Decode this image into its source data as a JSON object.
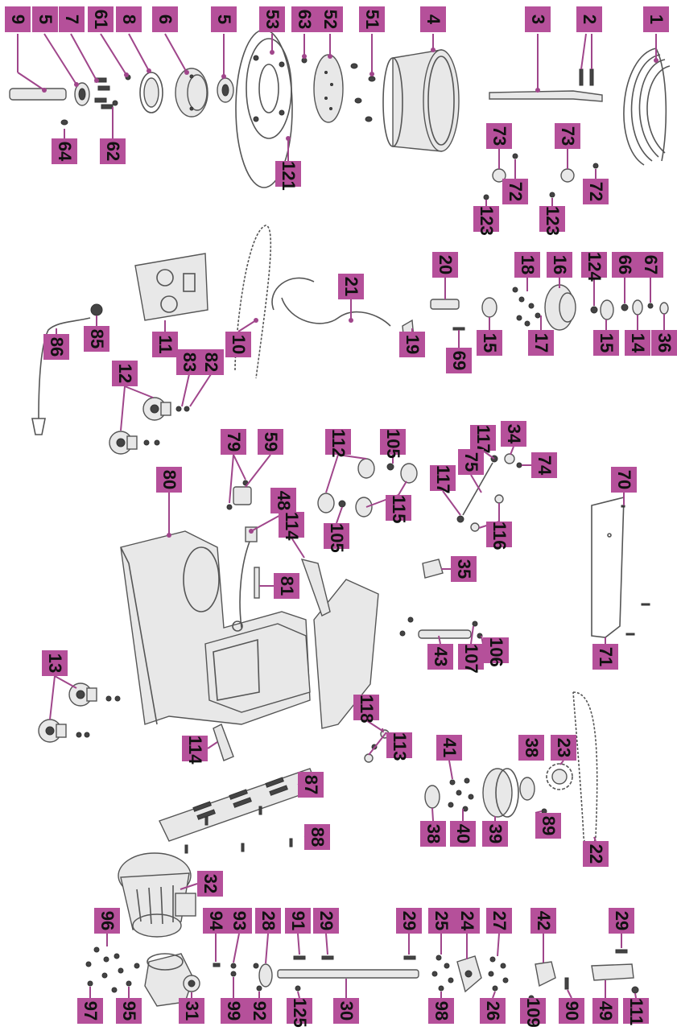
{
  "labels": [
    {
      "id": "l9a",
      "text": "9"
    },
    {
      "id": "l5a",
      "text": "5"
    },
    {
      "id": "l7",
      "text": "7"
    },
    {
      "id": "l61",
      "text": "61"
    },
    {
      "id": "l8",
      "text": "8"
    },
    {
      "id": "l6",
      "text": "6"
    },
    {
      "id": "l5b",
      "text": "5"
    },
    {
      "id": "l53",
      "text": "53"
    },
    {
      "id": "l63",
      "text": "63"
    },
    {
      "id": "l52",
      "text": "52"
    },
    {
      "id": "l51",
      "text": "51"
    },
    {
      "id": "l4",
      "text": "4"
    },
    {
      "id": "l3",
      "text": "3"
    },
    {
      "id": "l2",
      "text": "2"
    },
    {
      "id": "l1",
      "text": "1"
    },
    {
      "id": "l64",
      "text": "64"
    },
    {
      "id": "l62",
      "text": "62"
    },
    {
      "id": "l121",
      "text": "121"
    },
    {
      "id": "l73a",
      "text": "73"
    },
    {
      "id": "l72a",
      "text": "72"
    },
    {
      "id": "l123a",
      "text": "123"
    },
    {
      "id": "l73b",
      "text": "73"
    },
    {
      "id": "l72b",
      "text": "72"
    },
    {
      "id": "l123b",
      "text": "123"
    },
    {
      "id": "l11",
      "text": "11"
    },
    {
      "id": "l10",
      "text": "10"
    },
    {
      "id": "l21",
      "text": "21"
    },
    {
      "id": "l20",
      "text": "20"
    },
    {
      "id": "l18",
      "text": "18"
    },
    {
      "id": "l16",
      "text": "16"
    },
    {
      "id": "l124",
      "text": "124"
    },
    {
      "id": "l66",
      "text": "66"
    },
    {
      "id": "l67",
      "text": "67"
    },
    {
      "id": "l85",
      "text": "85"
    },
    {
      "id": "l86",
      "text": "86"
    },
    {
      "id": "l83",
      "text": "83"
    },
    {
      "id": "l82",
      "text": "82"
    },
    {
      "id": "l19",
      "text": "19"
    },
    {
      "id": "l15a",
      "text": "15"
    },
    {
      "id": "l17",
      "text": "17"
    },
    {
      "id": "l15b",
      "text": "15"
    },
    {
      "id": "l14",
      "text": "14"
    },
    {
      "id": "l36",
      "text": "36"
    },
    {
      "id": "l69",
      "text": "69"
    },
    {
      "id": "l12",
      "text": "12"
    },
    {
      "id": "l105a",
      "text": "105"
    },
    {
      "id": "l112",
      "text": "112"
    },
    {
      "id": "l117a",
      "text": "117"
    },
    {
      "id": "l34",
      "text": "34"
    },
    {
      "id": "l79",
      "text": "79"
    },
    {
      "id": "l59",
      "text": "59"
    },
    {
      "id": "l80",
      "text": "80"
    },
    {
      "id": "l48",
      "text": "48"
    },
    {
      "id": "l75",
      "text": "75"
    },
    {
      "id": "l74",
      "text": "74"
    },
    {
      "id": "l117b",
      "text": "117"
    },
    {
      "id": "l70",
      "text": "70"
    },
    {
      "id": "l114a",
      "text": "114"
    },
    {
      "id": "l105b",
      "text": "105"
    },
    {
      "id": "l115",
      "text": "115"
    },
    {
      "id": "l116",
      "text": "116"
    },
    {
      "id": "l35",
      "text": "35"
    },
    {
      "id": "l81",
      "text": "81"
    },
    {
      "id": "l43",
      "text": "43"
    },
    {
      "id": "l107",
      "text": "107"
    },
    {
      "id": "l106",
      "text": "106"
    },
    {
      "id": "l71",
      "text": "71"
    },
    {
      "id": "l13",
      "text": "13"
    },
    {
      "id": "l118",
      "text": "118"
    },
    {
      "id": "l114b",
      "text": "114"
    },
    {
      "id": "l113",
      "text": "113"
    },
    {
      "id": "l41",
      "text": "41"
    },
    {
      "id": "l38a",
      "text": "38"
    },
    {
      "id": "l23",
      "text": "23"
    },
    {
      "id": "l87",
      "text": "87"
    },
    {
      "id": "l88",
      "text": "88"
    },
    {
      "id": "l38b",
      "text": "38"
    },
    {
      "id": "l40",
      "text": "40"
    },
    {
      "id": "l39",
      "text": "39"
    },
    {
      "id": "l89",
      "text": "89"
    },
    {
      "id": "l22",
      "text": "22"
    },
    {
      "id": "l32",
      "text": "32"
    },
    {
      "id": "l96",
      "text": "96"
    },
    {
      "id": "l94",
      "text": "94"
    },
    {
      "id": "l93",
      "text": "93"
    },
    {
      "id": "l28",
      "text": "28"
    },
    {
      "id": "l91",
      "text": "91"
    },
    {
      "id": "l29a",
      "text": "29"
    },
    {
      "id": "l29b",
      "text": "29"
    },
    {
      "id": "l25",
      "text": "25"
    },
    {
      "id": "l24",
      "text": "24"
    },
    {
      "id": "l27",
      "text": "27"
    },
    {
      "id": "l42",
      "text": "42"
    },
    {
      "id": "l29c",
      "text": "29"
    },
    {
      "id": "l97",
      "text": "97"
    },
    {
      "id": "l95",
      "text": "95"
    },
    {
      "id": "l31",
      "text": "31"
    },
    {
      "id": "l99",
      "text": "99"
    },
    {
      "id": "l92",
      "text": "92"
    },
    {
      "id": "l125",
      "text": "125"
    },
    {
      "id": "l30",
      "text": "30"
    },
    {
      "id": "l98",
      "text": "98"
    },
    {
      "id": "l26",
      "text": "26"
    },
    {
      "id": "l109",
      "text": "109"
    },
    {
      "id": "l90",
      "text": "90"
    },
    {
      "id": "l49",
      "text": "49"
    },
    {
      "id": "l111",
      "text": "111"
    }
  ],
  "colors": {
    "label_bg": "#b5509a",
    "leader": "#a0468b",
    "line_art": "#555555"
  }
}
